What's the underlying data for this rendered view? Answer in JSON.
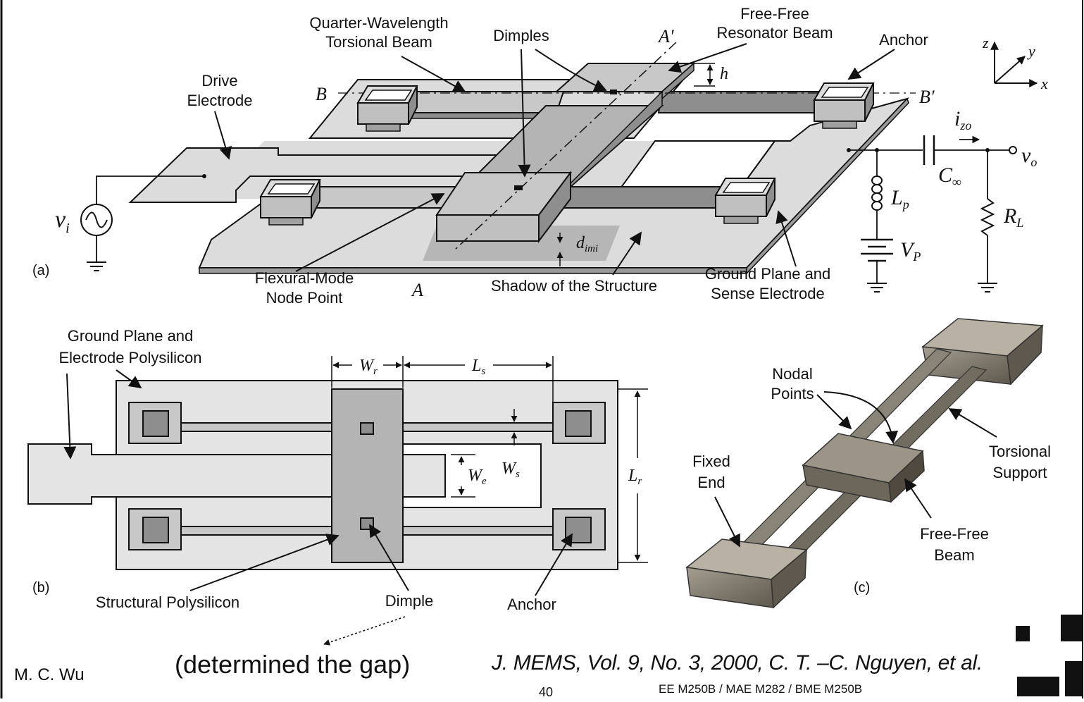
{
  "panel_a": {
    "panel_label": "(a)",
    "labels": {
      "torsional_beam_1": "Quarter-Wavelength",
      "torsional_beam_2": "Torsional Beam",
      "dimples": "Dimples",
      "free_free_1": "Free-Free",
      "free_free_2": "Resonator Beam",
      "anchor": "Anchor",
      "drive_1": "Drive",
      "drive_2": "Electrode",
      "flexural_1": "Flexural-Mode",
      "flexural_2": "Node Point",
      "shadow": "Shadow of the Structure",
      "ground_1": "Ground Plane and",
      "ground_2": "Sense Electrode"
    },
    "symbols": {
      "A_prime": "A′",
      "A": "A",
      "B": "B",
      "B_prime": "B′",
      "h": "h",
      "d": "d",
      "d_sub": "imi",
      "vi": "v",
      "vi_sub": "i",
      "izo": "i",
      "izo_sub": "zo",
      "vo": "v",
      "vo_sub": "o",
      "cinf": "C",
      "cinf_sub": "∞",
      "lp": "L",
      "lp_sub": "p",
      "vp": "V",
      "vp_sub": "P",
      "rl": "R",
      "rl_sub": "L",
      "axis_x": "x",
      "axis_y": "y",
      "axis_z": "z"
    }
  },
  "panel_b": {
    "panel_label": "(b)",
    "labels": {
      "ground_1": "Ground Plane and",
      "ground_2": "Electrode Polysilicon",
      "structural": "Structural Polysilicon",
      "dimple": "Dimple",
      "anchor": "Anchor"
    },
    "symbols": {
      "wr": "W",
      "wr_sub": "r",
      "ls": "L",
      "ls_sub": "s",
      "we": "W",
      "we_sub": "e",
      "ws": "W",
      "ws_sub": "s",
      "lr": "L",
      "lr_sub": "r"
    }
  },
  "panel_c": {
    "panel_label": "(c)",
    "labels": {
      "nodal_1": "Nodal",
      "nodal_2": "Points",
      "fixed_1": "Fixed",
      "fixed_2": "End",
      "torsional_1": "Torsional",
      "torsional_2": "Support",
      "freefree_1": "Free-Free",
      "freefree_2": "Beam"
    }
  },
  "footer": {
    "author": "M. C. Wu",
    "gap_note": "(determined the gap)",
    "citation": "J. MEMS, Vol. 9, No. 3, 2000, C. T. –C. Nguyen, et al.",
    "page_number": "40",
    "course": "EE M250B / MAE M282 / BME M250B"
  },
  "colors": {
    "ink": "#111111",
    "plate": "#dcdcdc",
    "beam": "#c8c8c8",
    "beam_side": "#8e8e8e",
    "center_beam": "#b4b4b4",
    "sem": "#7a7468"
  }
}
